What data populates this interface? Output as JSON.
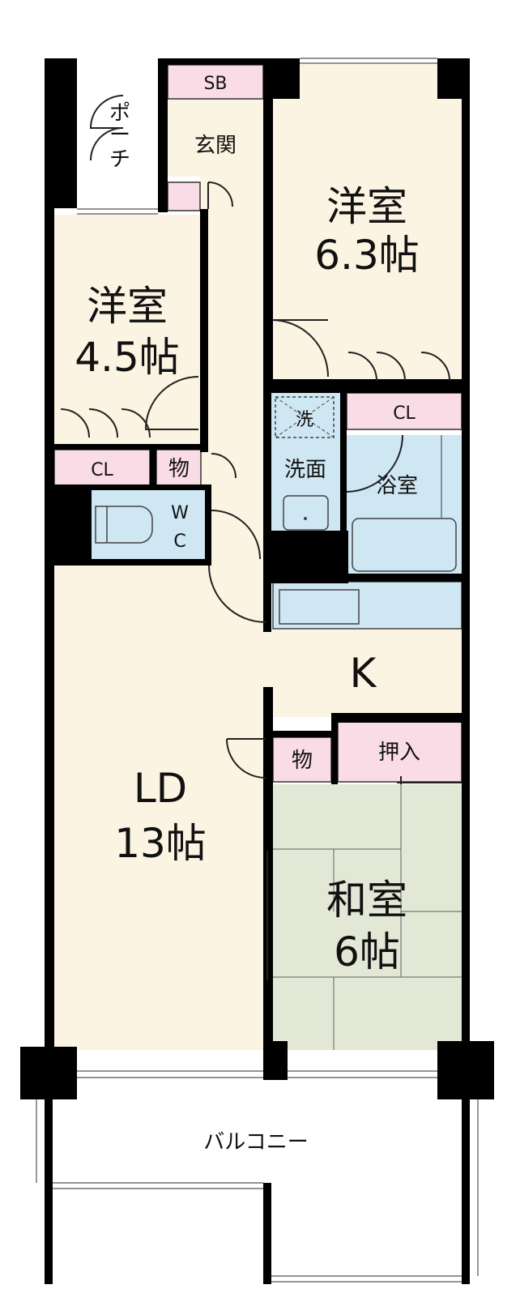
{
  "rooms": {
    "western_large": {
      "name": "洋室",
      "size": "6.3帖"
    },
    "western_small": {
      "name": "洋室",
      "size": "4.5帖"
    },
    "living_dining": {
      "name": "LD",
      "size": "13帖"
    },
    "japanese": {
      "name": "和室",
      "size": "6帖"
    },
    "kitchen": {
      "name": "K"
    }
  },
  "labels": {
    "sb": "SB",
    "entrance": "玄関",
    "porch_1": "ポ",
    "porch_2": "ー",
    "porch_3": "チ",
    "closet_large": "CL",
    "closet_small": "CL",
    "storage_1": "物",
    "storage_2": "物",
    "wc_1": "W",
    "wc_2": "C",
    "washroom": "洗面",
    "washer": "洗",
    "bathroom": "浴室",
    "oshiire": "押入",
    "balcony": "バルコニー"
  },
  "colors": {
    "floor": "#fcf4e2",
    "wet_area": "#cfe6f3",
    "closet": "#f9dce6",
    "tatami": "#e3e8d6",
    "wall": "#000000"
  }
}
